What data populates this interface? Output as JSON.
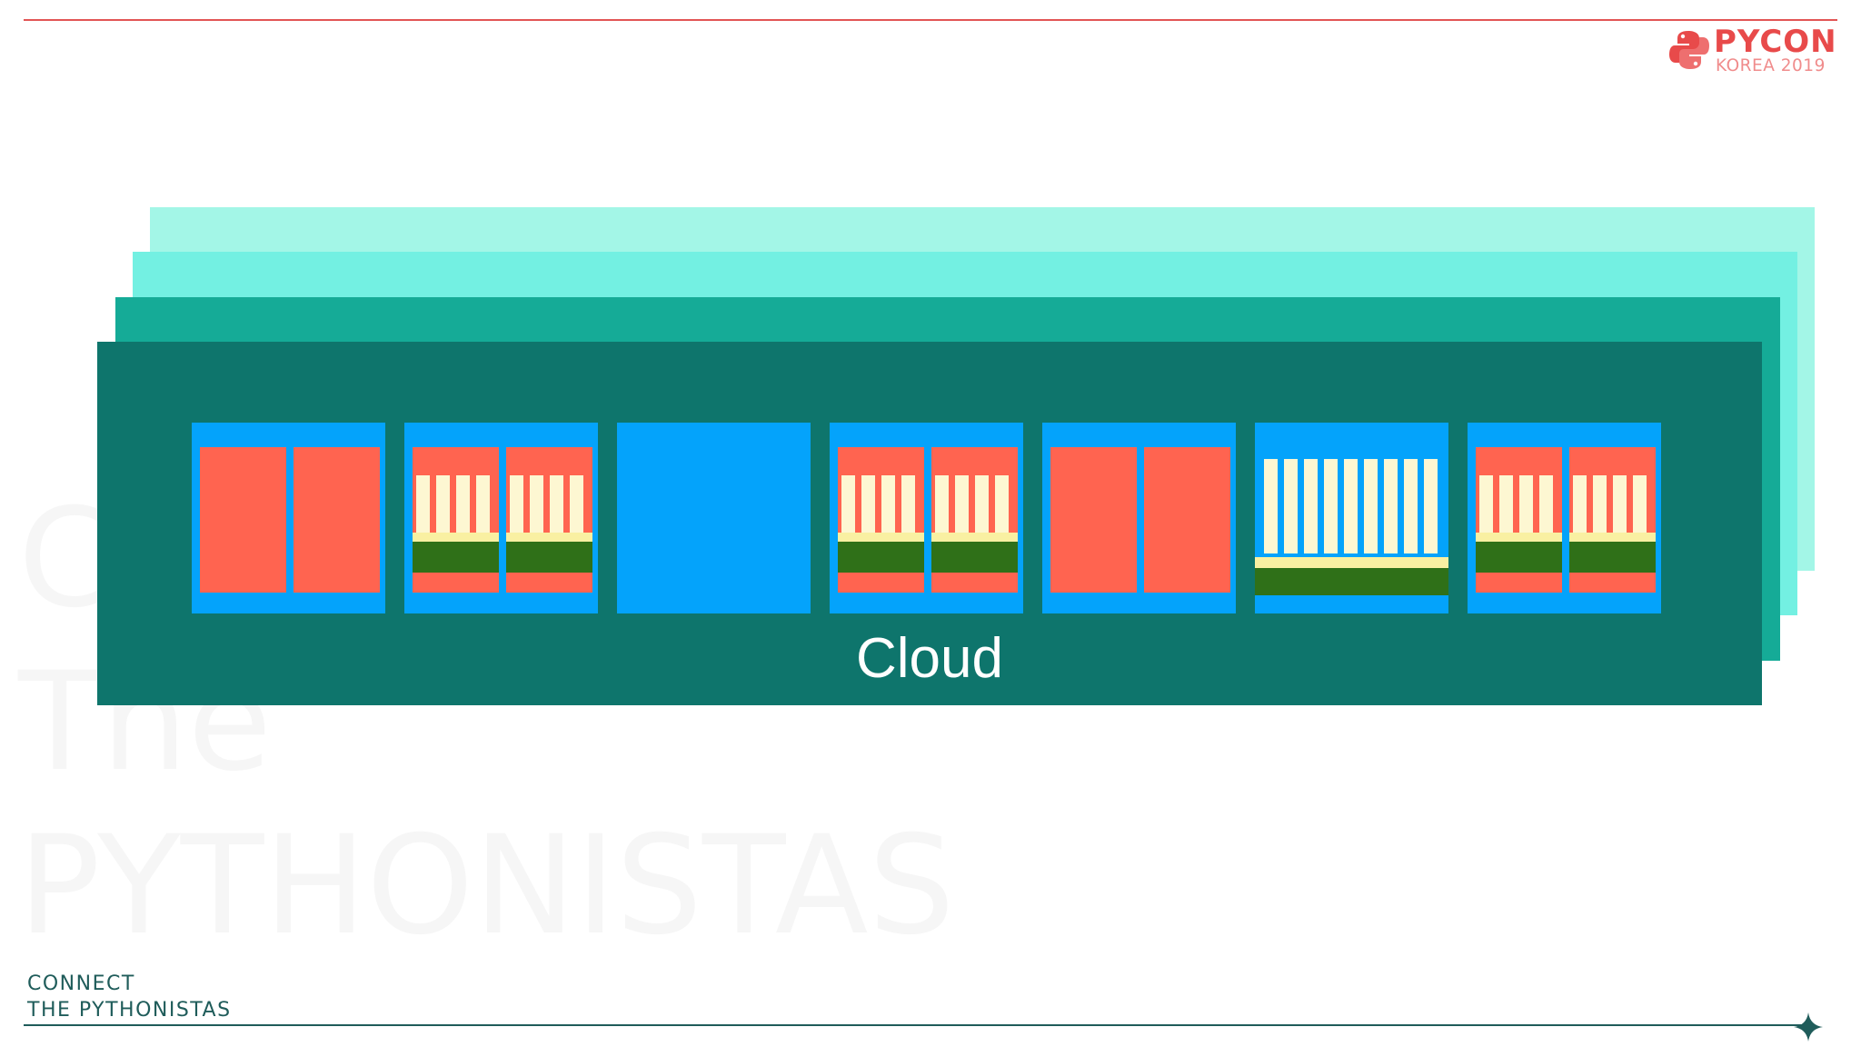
{
  "brand": {
    "name": "PYCON",
    "subtitle": "KOREA 2019"
  },
  "watermark": {
    "line1": "C",
    "line2": "The",
    "line3": "PYTHONISTAS"
  },
  "tagline": {
    "line1": "CONNECT",
    "line2": "THE PYTHONISTAS"
  },
  "diagram": {
    "layer_count": 4,
    "label": "Cloud",
    "servers": [
      {
        "type": "two-blocks"
      },
      {
        "type": "two-units-bars"
      },
      {
        "type": "empty"
      },
      {
        "type": "two-units-bars"
      },
      {
        "type": "two-blocks"
      },
      {
        "type": "full-bars"
      },
      {
        "type": "two-units-bars"
      }
    ]
  },
  "colors": {
    "accent_red": "#e84a4a",
    "rule_green": "#1f5c5a",
    "layer_1": "#0e756c",
    "layer_2": "#15ab97",
    "layer_3": "#73f0e2",
    "layer_4": "#a3f6e7",
    "server_blue": "#04a3fb",
    "block_coral": "#ff6450",
    "bar_cream": "#fdf7d2",
    "band_yellow": "#f9f0a2",
    "band_green": "#2f7018"
  },
  "icons": {
    "logo": "python-logo-icon",
    "corner": "sparkle-icon"
  }
}
